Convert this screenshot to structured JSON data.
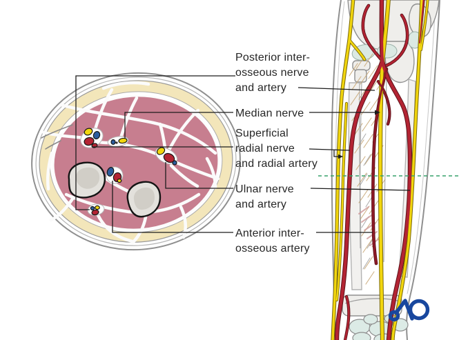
{
  "figure": {
    "type": "anatomical-diagram",
    "description": "Cross section and longitudinal view of forearm neurovascular structures",
    "labels": [
      {
        "id": "posterior-interosseous",
        "text": "Posterior inter-\nosseous nerve\nand artery"
      },
      {
        "id": "median-nerve",
        "text": "Median nerve"
      },
      {
        "id": "superficial-radial",
        "text": "Superficial\nradial nerve\nand radial artery"
      },
      {
        "id": "ulnar",
        "text": "Ulnar nerve\nand artery"
      },
      {
        "id": "anterior-interosseous",
        "text": "Anterior inter-\nosseous artery"
      }
    ],
    "logo": {
      "text": "AO"
    },
    "colors": {
      "artery_red": "#b32433",
      "artery_deep_red": "#8e1a26",
      "nerve_yellow": "#f2d60e",
      "vein_blue": "#2b5d9e",
      "muscle_pink": "#c77e8f",
      "fat_cream": "#f3e6ba",
      "bone_light": "#e3e1dc",
      "bone_inner": "#d1cec7",
      "cartilage_blue": "#dbe9e3",
      "skin_gray": "#8f8f8f",
      "leader_black": "#1c1c1c",
      "dashed_green": "#35a06a",
      "logo_blue": "#18479e",
      "text_color": "#262626"
    }
  }
}
